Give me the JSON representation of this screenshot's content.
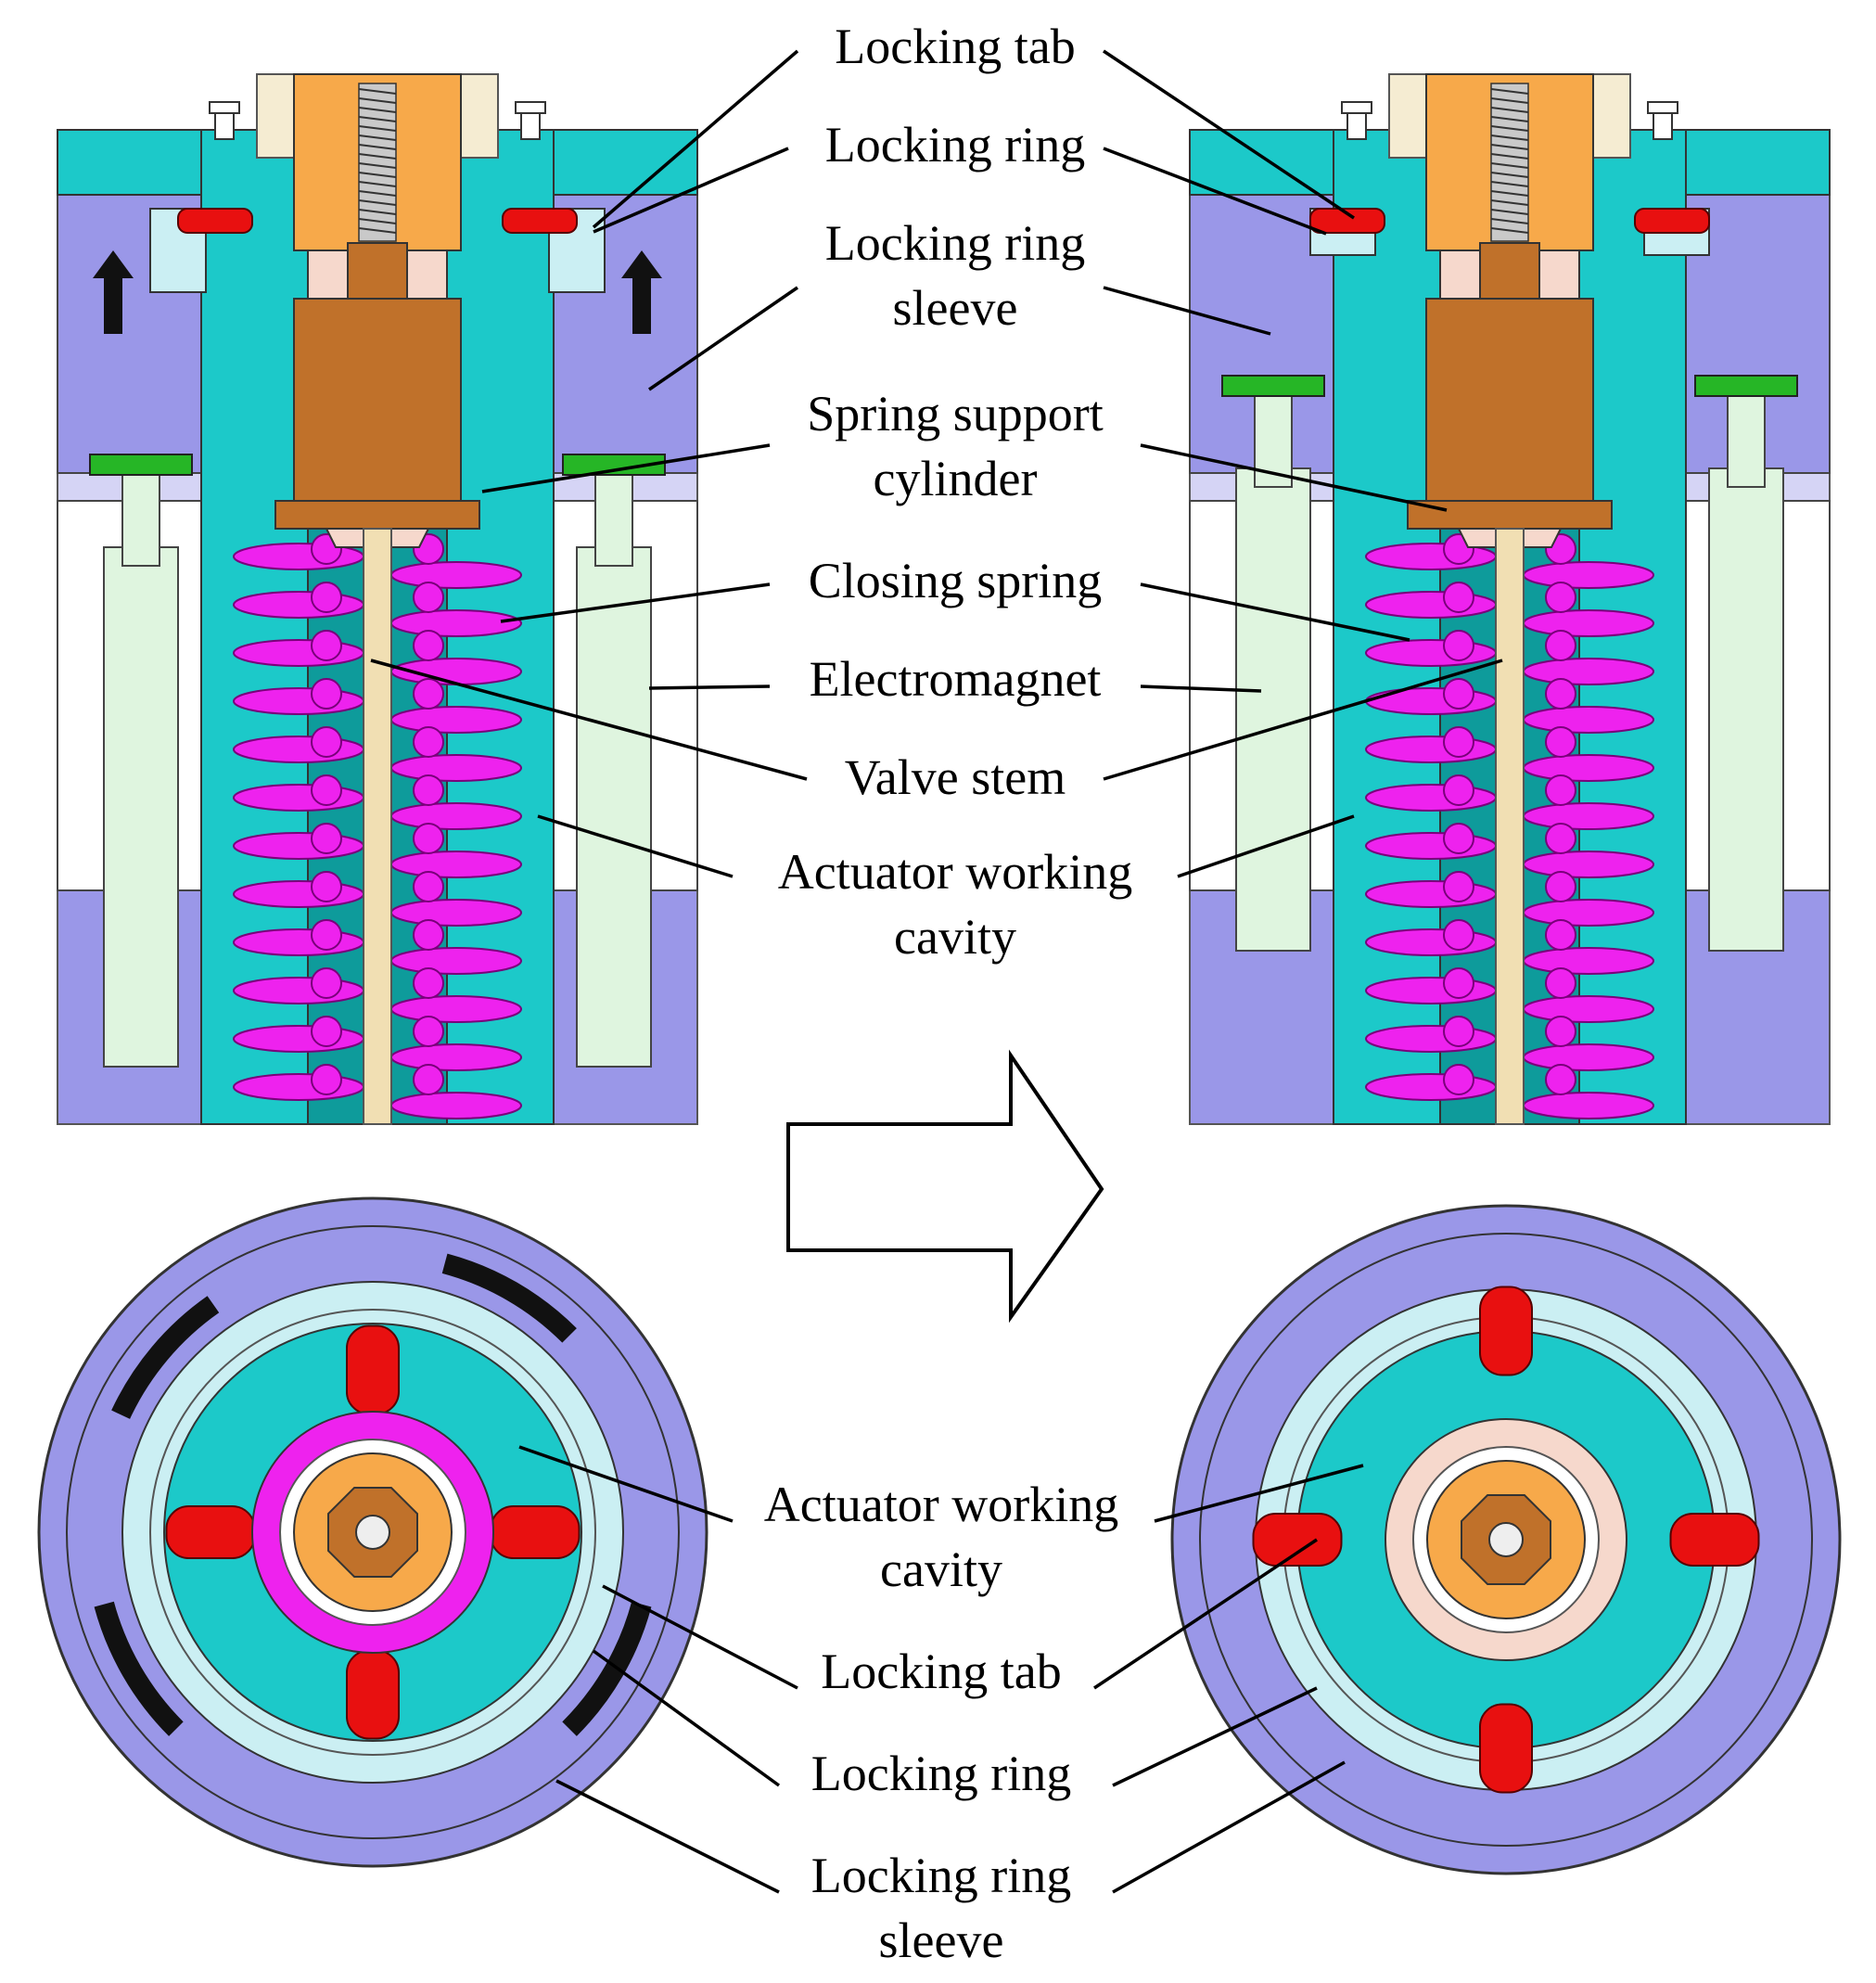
{
  "colors": {
    "teal": "#1cc9c9",
    "teal_dark": "#0e9b9b",
    "lavender": "#9a97e8",
    "lavender_light": "#d5d4f5",
    "ice": "#cbeff3",
    "pink_spring": "#ee22ee",
    "copper": "#c0712a",
    "orange": "#f7a94a",
    "red_tab": "#e81010",
    "green": "#26b626",
    "mint": "#dff5df",
    "peach": "#f6d8cc",
    "stem": "#f1dfb3",
    "cream": "#f5ecd2"
  },
  "top_labels": [
    {
      "key": "locking_tab",
      "lines": [
        "Locking tab"
      ]
    },
    {
      "key": "locking_ring",
      "lines": [
        "Locking ring"
      ]
    },
    {
      "key": "locking_ring_sleeve",
      "lines": [
        "Locking ring",
        "sleeve"
      ]
    },
    {
      "key": "spring_support",
      "lines": [
        "Spring support",
        "cylinder"
      ]
    },
    {
      "key": "closing_spring",
      "lines": [
        "Closing spring"
      ]
    },
    {
      "key": "electromagnet",
      "lines": [
        "Electromagnet"
      ]
    },
    {
      "key": "valve_stem",
      "lines": [
        "Valve stem"
      ]
    },
    {
      "key": "actuator_cavity",
      "lines": [
        "Actuator working",
        "cavity"
      ]
    }
  ],
  "bottom_labels": [
    {
      "key": "actuator_cavity",
      "lines": [
        "Actuator working",
        "cavity"
      ]
    },
    {
      "key": "locking_tab",
      "lines": [
        "Locking tab"
      ]
    },
    {
      "key": "locking_ring",
      "lines": [
        "Locking ring"
      ]
    },
    {
      "key": "locking_ring_sleeve",
      "lines": [
        "Locking ring",
        "sleeve"
      ]
    }
  ],
  "transition_arrow": "right-arrow"
}
